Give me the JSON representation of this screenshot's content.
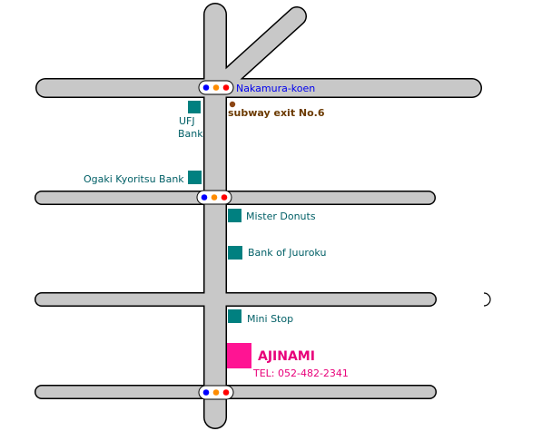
{
  "map": {
    "labels": {
      "station": "Nakamura-koen",
      "subway_exit": "subway exit No.6",
      "ufj_line1": "UFJ",
      "ufj_line2": "Bank",
      "ogaki": "Ogaki Kyoritsu Bank",
      "mister_donuts": "Mister Donuts",
      "juuroku": "Bank of Juuroku",
      "mini_stop": "Mini Stop",
      "destination_name": "AJINAMI",
      "destination_tel": "TEL: 052-482-2341"
    },
    "colors": {
      "road_fill": "#c8c8c8",
      "road_stroke": "#000000",
      "landmark": "#008080",
      "destination": "#ff1493",
      "signal_blue": "#0000ff",
      "signal_orange": "#ff8c00",
      "signal_red": "#ff0000",
      "subway_dot": "#8b4513"
    },
    "icons": {
      "landmark": "square-marker-icon",
      "destination": "destination-square-icon",
      "traffic_light": "traffic-light-icon",
      "subway": "subway-dot-icon"
    }
  }
}
